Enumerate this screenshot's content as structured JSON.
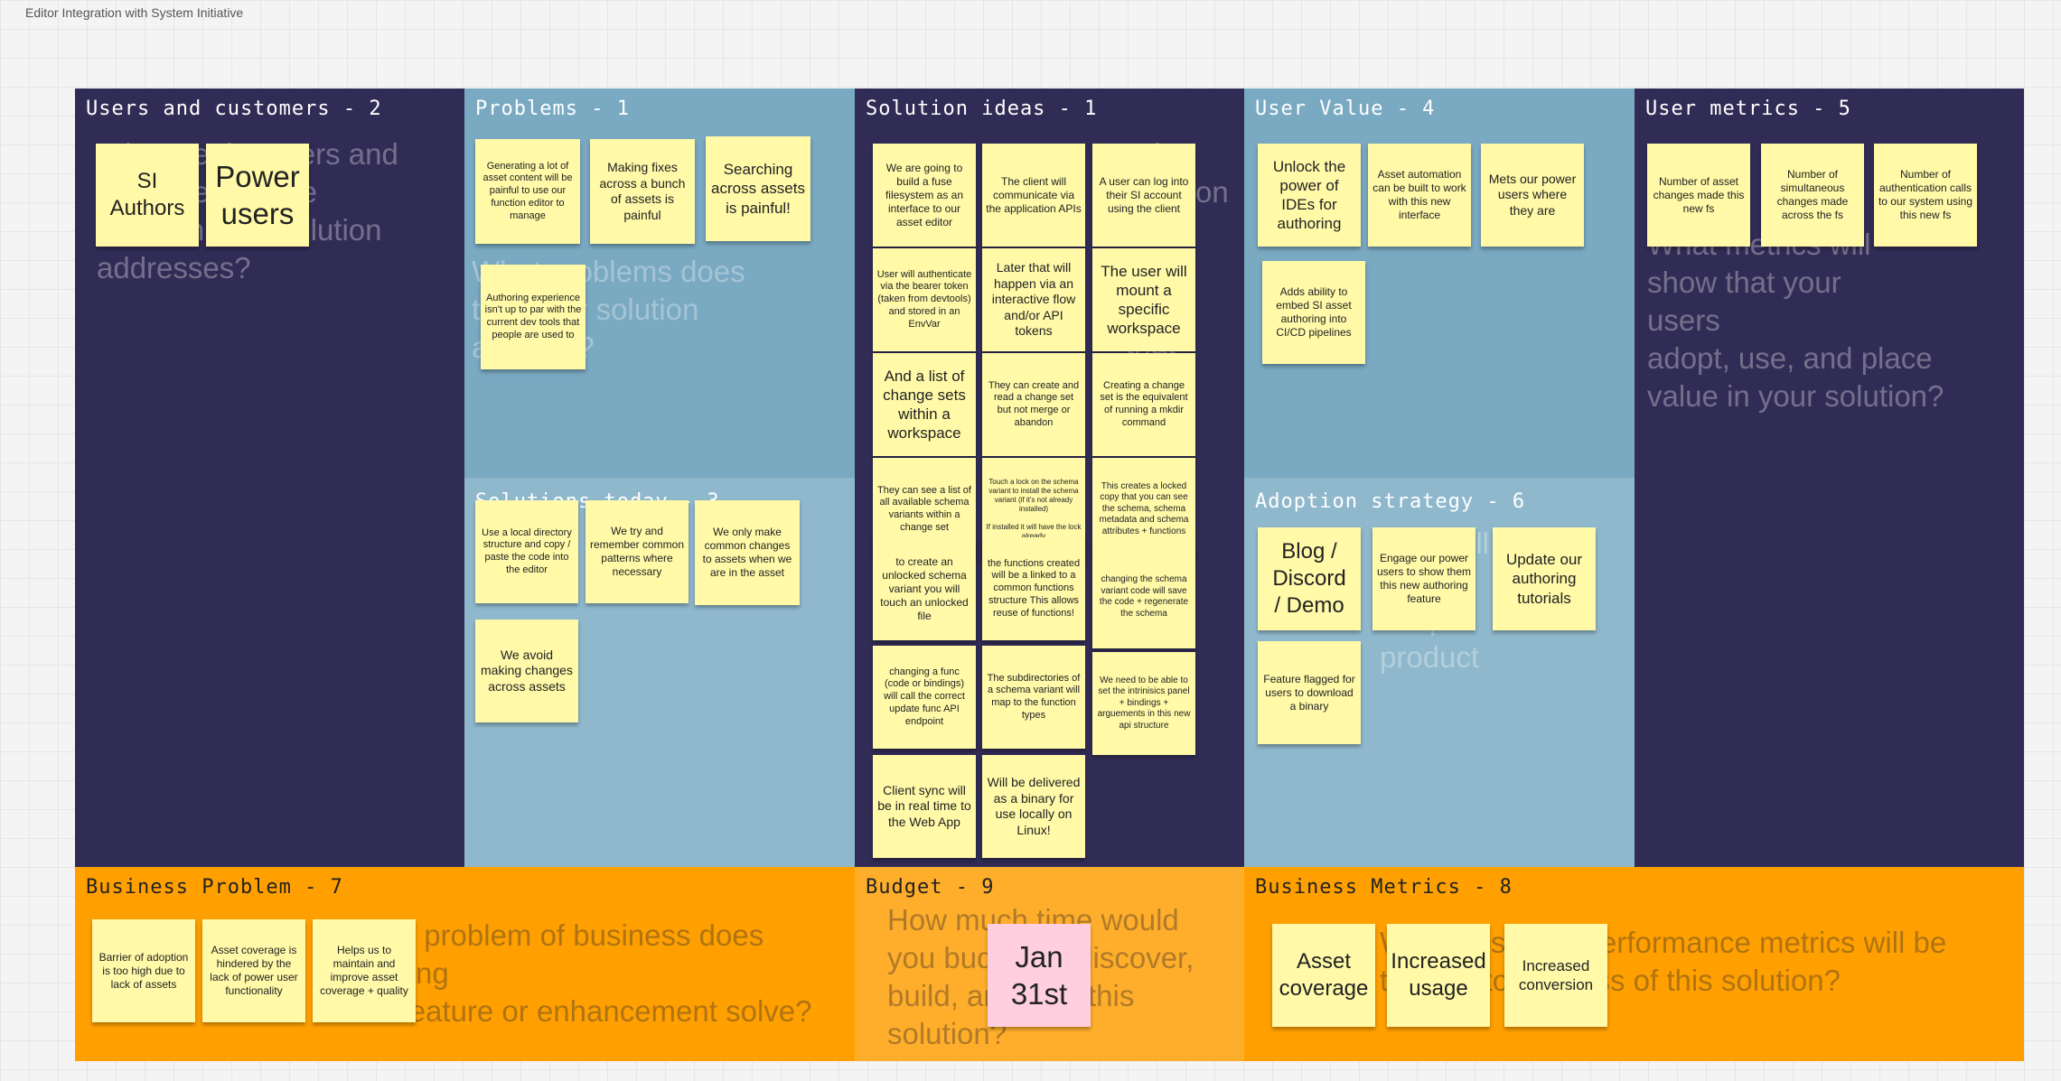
{
  "board_title": "Editor Integration with System Initiative",
  "sections": {
    "users": {
      "title": "Users and customers - 2",
      "ghost": "Who are the users and customers of the\nproblem your solution\naddresses?",
      "notes": [
        "SI\nAuthors",
        "Power\nusers"
      ]
    },
    "problems": {
      "title": "Problems - 1",
      "ghost": "What problems does\nthat your solution\naddress?",
      "notes": [
        "Generating a lot of asset content will be painful to use our function editor to manage",
        "Making  fixes across a bunch of assets is painful",
        "Searching across assets is painful!",
        "Authoring experience isn't up to par with the current dev tools that people are used to"
      ]
    },
    "solutions_today": {
      "title": "Solutions today - 3",
      "notes": [
        "Use a local directory structure and copy / paste the code into the editor",
        "We try and remember common patterns where necessary",
        "We only make common changes to assets when we are in the asset",
        "We avoid making changes across assets"
      ]
    },
    "solution_ideas": {
      "title": "Solution ideas - 1",
      "ghost": "What solution\ncould\nsolve that\nthat\nfor",
      "notes": [
        "We are going to build a fuse filesystem as an interface to our asset editor",
        "The client will communicate via the application APIs",
        "A user can log into their SI account using the client",
        "User will authenticate via the bearer token (taken from devtools) and stored in an EnvVar",
        "Later that will happen via an interactive flow and/or API tokens",
        "The user will mount a specific workspace",
        "And a list of change sets within a workspace",
        "They can create and read a change set but not merge or abandon",
        "Creating a change set is the equivalent of running a mkdir command",
        "They can see a list of all available schema variants within a change set",
        "Touch a lock on the schema variant to install the schema variant (if it's not already installed)\n\nIf installed it will have the lock already",
        "This creates a locked copy that you can see the schema, schema metadata and schema attributes + functions",
        "to create an unlocked schema variant you will touch an unlocked file",
        "the functions created will be a linked to a common functions  structure This allows reuse of functions!",
        "changing the schema variant code will save the code + regenerate the schema",
        "changing a func (code or bindings) will call the correct update func API endpoint",
        "The subdirectories of a schema variant will map to the function types",
        "We need to be able to set the intrinisics panel + bindings + arguements in this new api structure",
        "Client sync will be in real time to the Web App",
        "Will be delivered as a binary for use locally on Linux!"
      ]
    },
    "user_value": {
      "title": "User Value - 4",
      "notes": [
        "Unlock the power of IDEs for authoring",
        "Asset automation can be built to work with this new interface",
        "Mets our power users where they are",
        "Adds ability to embed SI asset authoring into CI/CD pipelines"
      ]
    },
    "adoption": {
      "title": "Adoption strategy - 6",
      "ghost": "How will\nmarket\nadopt\nproduct",
      "notes": [
        "Blog /\nDiscord\n/ Demo",
        "Engage our power users to show them this new authoring feature",
        "Update our authoring tutorials",
        "Feature flagged for users to download a binary"
      ]
    },
    "user_metrics": {
      "title": "User metrics - 5",
      "ghost": "What metrics will\nshow that your\nusers\nadopt, use, and place\nvalue in your solution?",
      "notes": [
        "Number of asset changes made this new fs",
        "Number of simultaneous changes made across the fs",
        "Number of authentication calls to our system using this new fs"
      ]
    },
    "business_problem": {
      "title": "Business Problem - 7",
      "ghost": "What problem of business does building\nthis feature or enhancement solve?",
      "notes": [
        "Barrier of adoption is too high due to lack of assets",
        "Asset coverage is hindered by the lack of power user functionality",
        "Helps us to maintain and improve asset coverage + quality"
      ]
    },
    "budget": {
      "title": "Budget - 9",
      "ghost": "How much time would\nyou budget to discover,\nbuild, and ship this\nsolution?",
      "notes": [
        "Jan\n31st"
      ]
    },
    "business_metrics": {
      "title": "Business Metrics - 8",
      "ghost": "What business performance metrics will be\nthe key to success of this solution?",
      "notes": [
        "Asset\ncoverage",
        "Increased\nusage",
        "Increased\nconversion"
      ]
    }
  }
}
